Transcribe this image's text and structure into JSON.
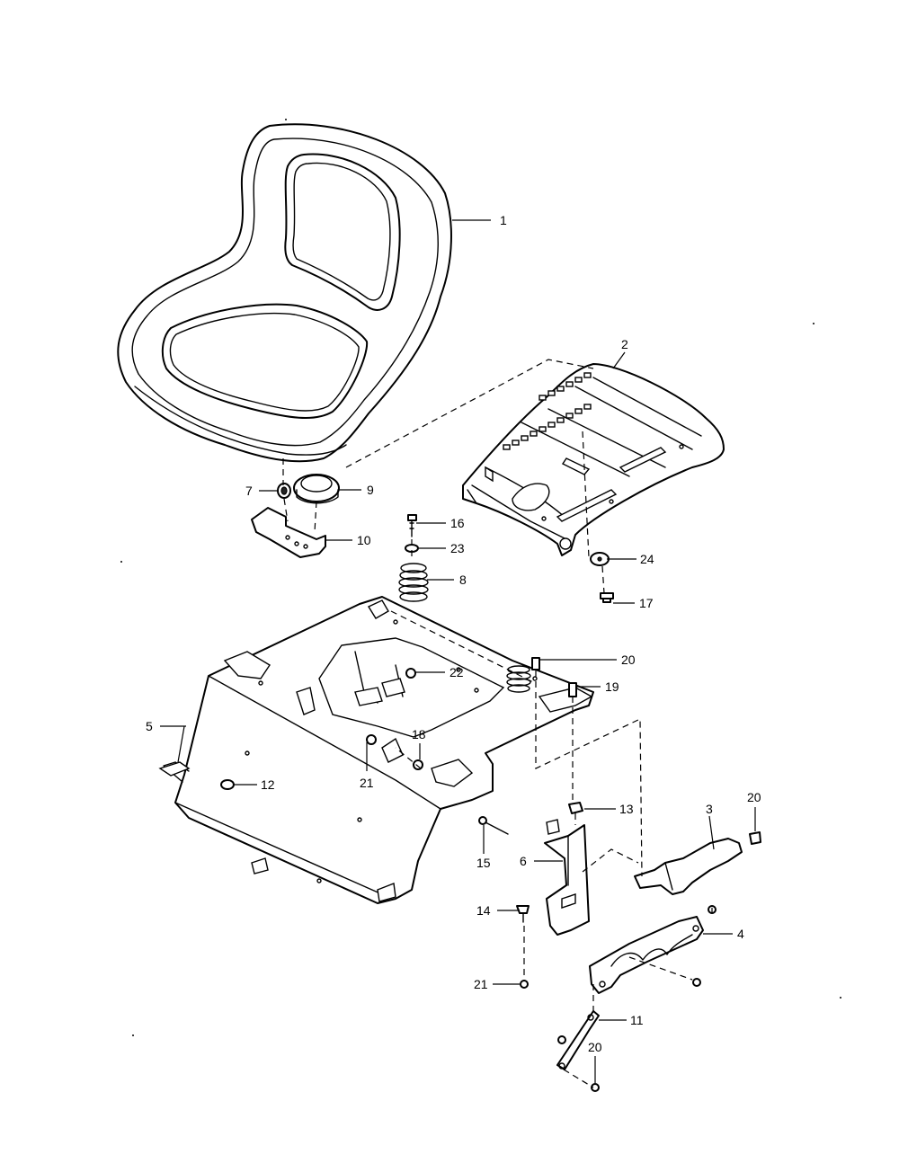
{
  "diagram": {
    "type": "exploded-parts-view",
    "colors": {
      "line": "#000000",
      "background": "#ffffff"
    },
    "callouts": [
      {
        "id": "c1",
        "label": "1"
      },
      {
        "id": "c2",
        "label": "2"
      },
      {
        "id": "c3",
        "label": "3"
      },
      {
        "id": "c4",
        "label": "4"
      },
      {
        "id": "c5",
        "label": "5"
      },
      {
        "id": "c6",
        "label": "6"
      },
      {
        "id": "c7",
        "label": "7"
      },
      {
        "id": "c8",
        "label": "8"
      },
      {
        "id": "c9",
        "label": "9"
      },
      {
        "id": "c10",
        "label": "10"
      },
      {
        "id": "c11",
        "label": "11"
      },
      {
        "id": "c12",
        "label": "12"
      },
      {
        "id": "c13",
        "label": "13"
      },
      {
        "id": "c14",
        "label": "14"
      },
      {
        "id": "c15",
        "label": "15"
      },
      {
        "id": "c16",
        "label": "16"
      },
      {
        "id": "c17",
        "label": "17"
      },
      {
        "id": "c18",
        "label": "18"
      },
      {
        "id": "c19",
        "label": "19"
      },
      {
        "id": "c20a",
        "label": "20"
      },
      {
        "id": "c20b",
        "label": "20"
      },
      {
        "id": "c20c",
        "label": "20"
      },
      {
        "id": "c21a",
        "label": "21"
      },
      {
        "id": "c21b",
        "label": "21"
      },
      {
        "id": "c22",
        "label": "22"
      },
      {
        "id": "c23",
        "label": "23"
      },
      {
        "id": "c24",
        "label": "24"
      }
    ]
  }
}
